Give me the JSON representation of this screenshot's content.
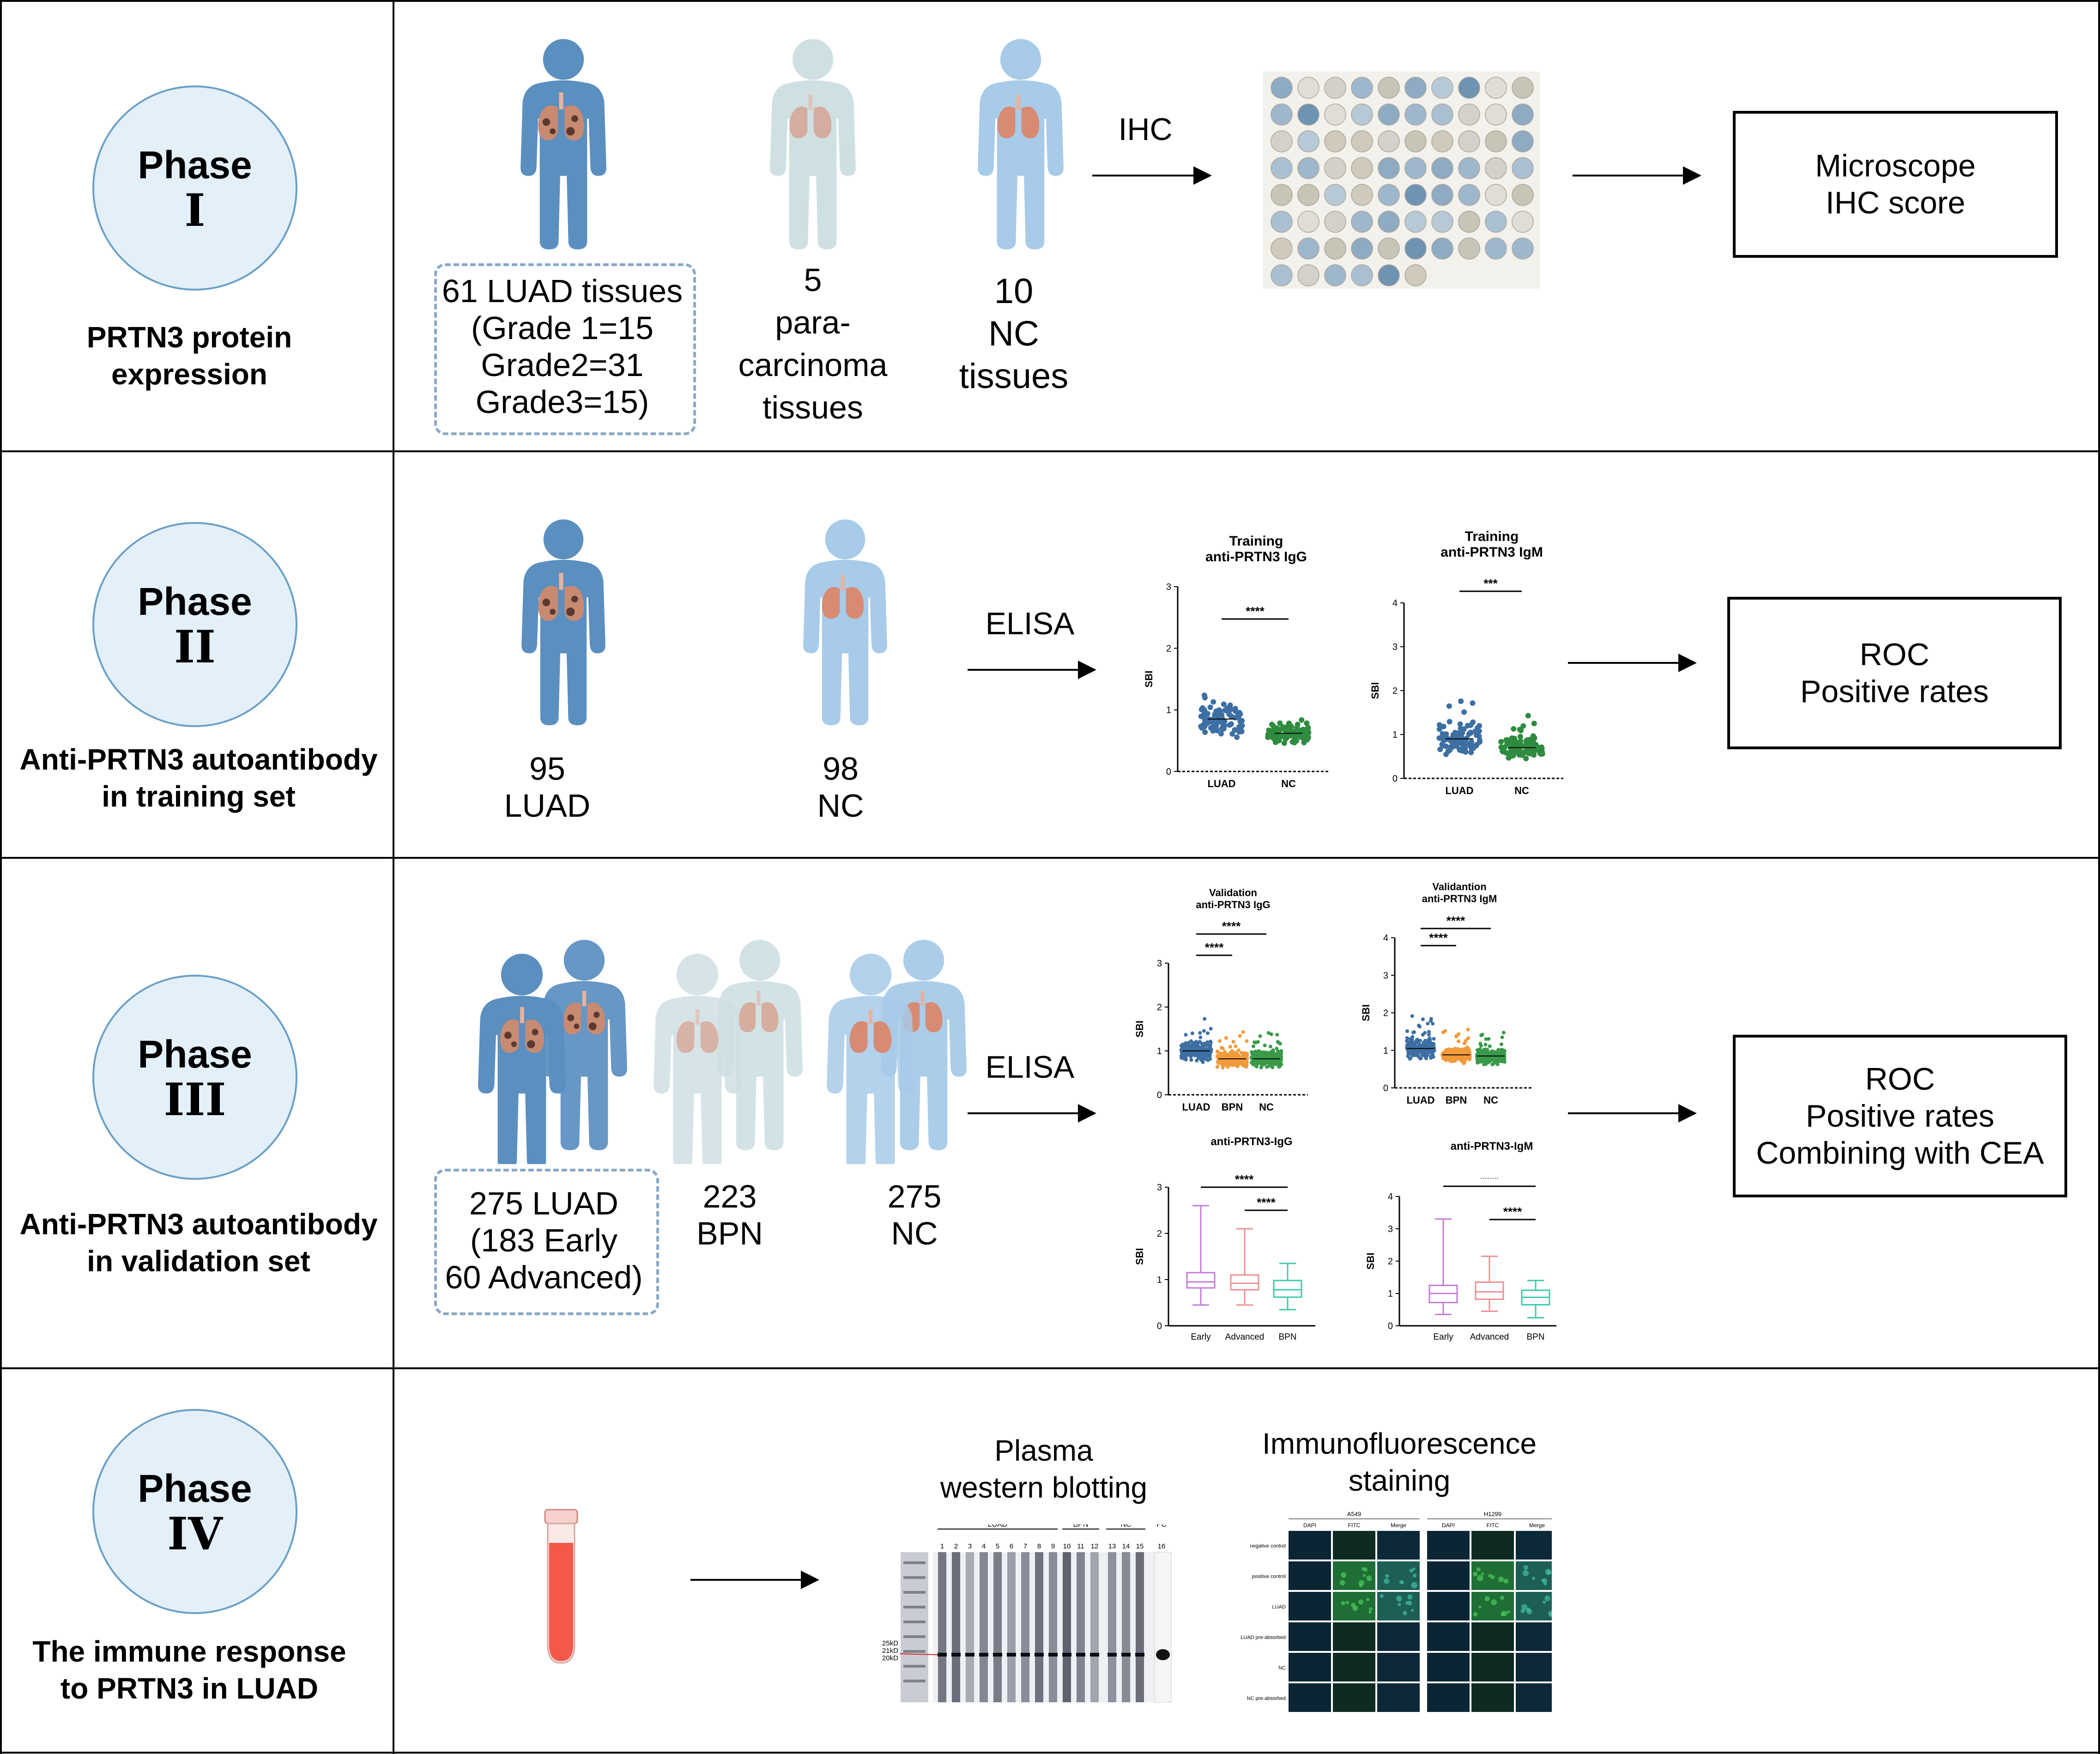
{
  "colors": {
    "luad_blue": "#5b8fc0",
    "pale_grey": "#cfe0e3",
    "light_blue": "#a7cbe8",
    "lung": "#d98a72",
    "circle_fill": "#e3f0fa",
    "green": "#3a9a4a",
    "orange": "#f29a3a",
    "purple": "#c27bd9",
    "salmon": "#ef8f8f",
    "teal": "#3cc9a8",
    "blood": "#f4584a"
  },
  "phase1": {
    "word": "Phase",
    "num": "I",
    "subtitle_l1": "PRTN3 protein",
    "subtitle_l2": "expression",
    "luad": {
      "l1": "61 LUAD tissues",
      "l2": "(Grade 1=15",
      "l3": "Grade2=31",
      "l4": "Grade3=15)"
    },
    "para": {
      "l1": "5",
      "l2": "para-",
      "l3": "carcinoma",
      "l4": "tissues"
    },
    "nc": {
      "l1": "10",
      "l2": "NC",
      "l3": "tissues"
    },
    "method": "IHC",
    "result": {
      "l1": "Microscope",
      "l2": "IHC score"
    }
  },
  "phase2": {
    "word": "Phase",
    "num": "II",
    "subtitle_l1": "Anti-PRTN3 autoantibody",
    "subtitle_l2": "in training set",
    "luad": {
      "l1": "95",
      "l2": "LUAD"
    },
    "nc": {
      "l1": "98",
      "l2": "NC"
    },
    "method": "ELISA",
    "result": {
      "l1": "ROC",
      "l2": "Positive rates"
    },
    "igg": {
      "t1": "Training",
      "t2": "anti-PRTN3 IgG",
      "ylabel": "SBI",
      "sig": "****",
      "cats": [
        "LUAD",
        "NC"
      ],
      "ticks": [
        "0",
        "1",
        "2",
        "3"
      ]
    },
    "igm": {
      "t1": "Training",
      "t2": "anti-PRTN3 IgM",
      "ylabel": "SBI",
      "sig": "***",
      "cats": [
        "LUAD",
        "NC"
      ],
      "ticks": [
        "0",
        "1",
        "2",
        "3",
        "4"
      ]
    }
  },
  "phase3": {
    "word": "Phase",
    "num": "III",
    "subtitle_l1": "Anti-PRTN3 autoantibody",
    "subtitle_l2": "in validation set",
    "luad": {
      "l1": "275 LUAD",
      "l2": "(183 Early",
      "l3": "60 Advanced)"
    },
    "bpn": {
      "l1": "223",
      "l2": "BPN"
    },
    "nc": {
      "l1": "275",
      "l2": "NC"
    },
    "method": "ELISA",
    "result": {
      "l1": "ROC",
      "l2": "Positive rates",
      "l3": "Combining  with CEA"
    },
    "v_igg": {
      "t1": "Validation",
      "t2": "anti-PRTN3 IgG",
      "ylabel": "SBI",
      "sig": "****",
      "cats": [
        "LUAD",
        "BPN",
        "NC"
      ],
      "ticks": [
        "0",
        "1",
        "2",
        "3"
      ]
    },
    "v_igm": {
      "t1": "Validantion",
      "t2": "anti-PRTN3 IgM",
      "ylabel": "SBI",
      "sig": "****",
      "cats": [
        "LUAD",
        "BPN",
        "NC"
      ],
      "ticks": [
        "0",
        "1",
        "2",
        "3",
        "4"
      ]
    },
    "b_igg": {
      "title": "anti-PRTN3-IgG",
      "ylabel": "SBI",
      "sig": "****",
      "cats": [
        "Early",
        "Advanced",
        "BPN"
      ],
      "ticks": [
        "0",
        "1",
        "2",
        "3"
      ]
    },
    "b_igm": {
      "title": "anti-PRTN3-IgM",
      "ylabel": "SBI",
      "sig": "****",
      "cats": [
        "Early",
        "Advanced",
        "BPN"
      ],
      "ticks": [
        "0",
        "1",
        "2",
        "3",
        "4"
      ]
    }
  },
  "phase4": {
    "word": "Phase",
    "num": "IV",
    "subtitle_l1": "The  immune response",
    "subtitle_l2": "to PRTN3 in LUAD",
    "wb": {
      "l1": "Plasma",
      "l2": "western blotting",
      "group_luad": "LUAD",
      "group_bpn": "BPN",
      "group_nc": "NC",
      "group_pc": "PC",
      "lanes": [
        "1",
        "2",
        "3",
        "4",
        "5",
        "6",
        "7",
        "8",
        "9",
        "10",
        "11",
        "12",
        "13",
        "14",
        "15",
        "16"
      ],
      "markers": [
        "25kD",
        "21kD",
        "20kD"
      ]
    },
    "if": {
      "l1": "Immunofluorescence",
      "l2": "staining",
      "cell1": "A549",
      "cell2": "H1299",
      "cols": [
        "DAPI",
        "FITC",
        "Merge"
      ],
      "rows": [
        "negative control",
        "positive control",
        "LUAD",
        "LUAD pre-absorbed",
        "NC",
        "NC pre-absorbed"
      ]
    }
  }
}
